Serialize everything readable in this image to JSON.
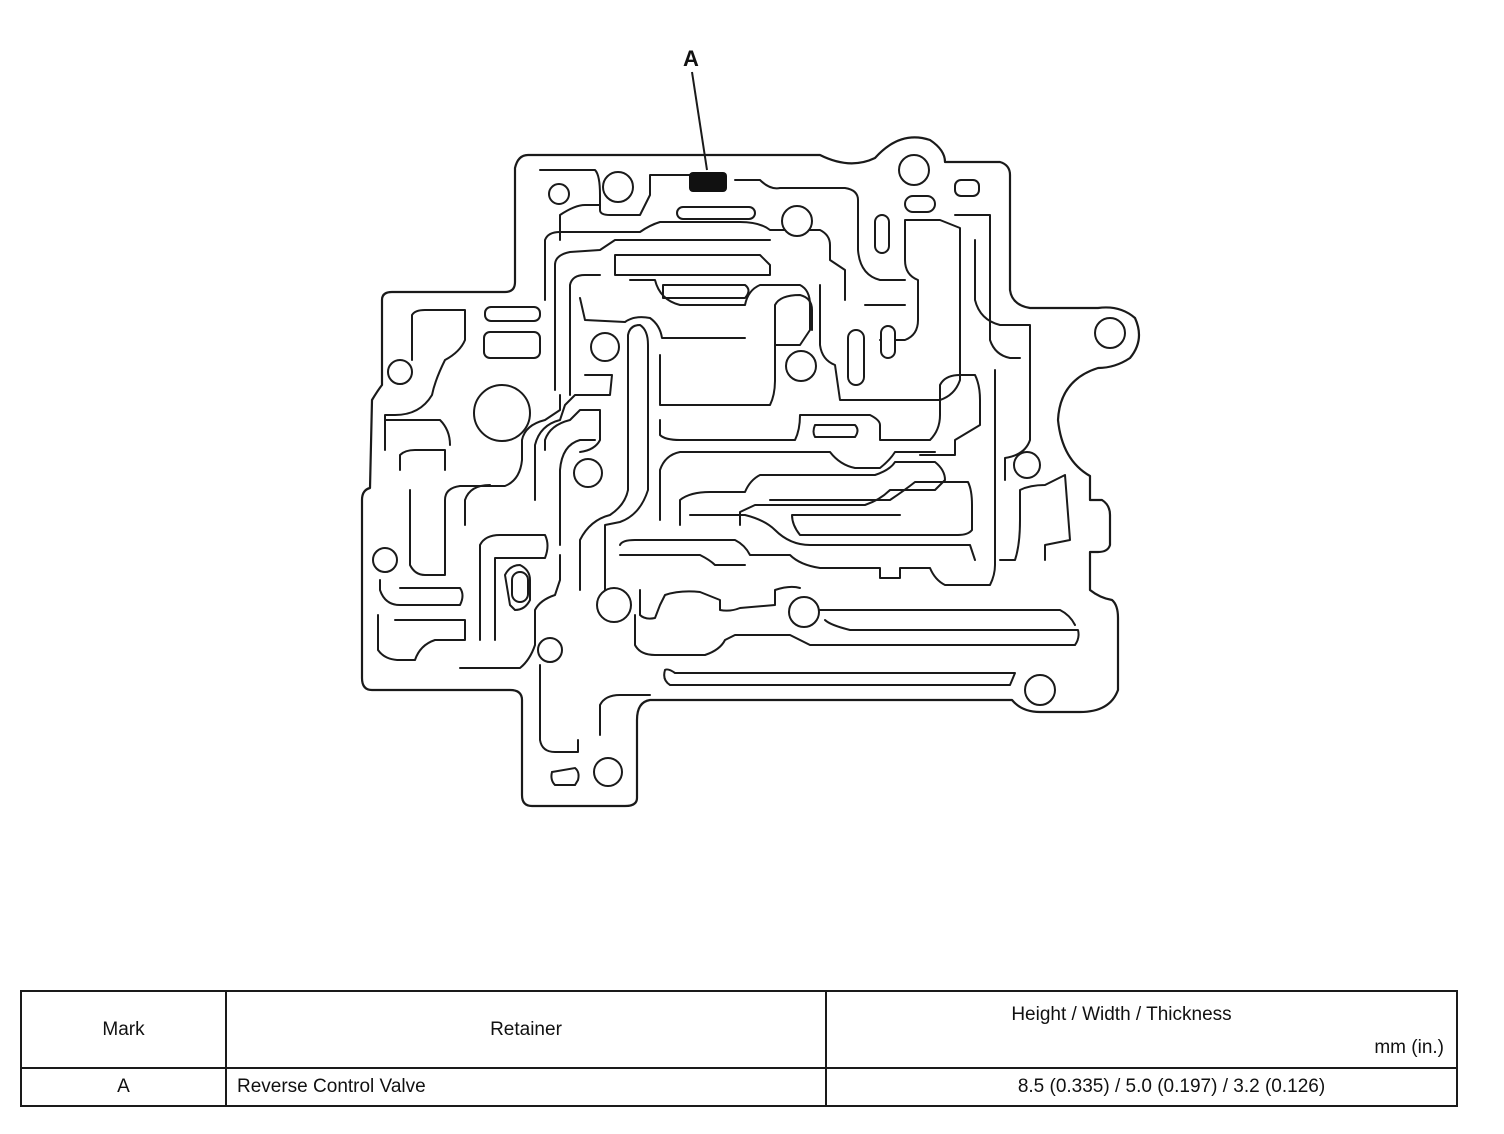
{
  "diagram": {
    "callout_label": "A",
    "highlight_color": "#111111",
    "line_color": "#1a1a1a"
  },
  "table": {
    "headers": {
      "mark": "Mark",
      "retainer": "Retainer",
      "dimensions": "Height / Width / Thickness",
      "unit": "mm (in.)"
    },
    "rows": [
      {
        "mark": "A",
        "retainer": "Reverse Control Valve",
        "dimensions": "8.5 (0.335) / 5.0 (0.197) / 3.2 (0.126)"
      }
    ]
  }
}
